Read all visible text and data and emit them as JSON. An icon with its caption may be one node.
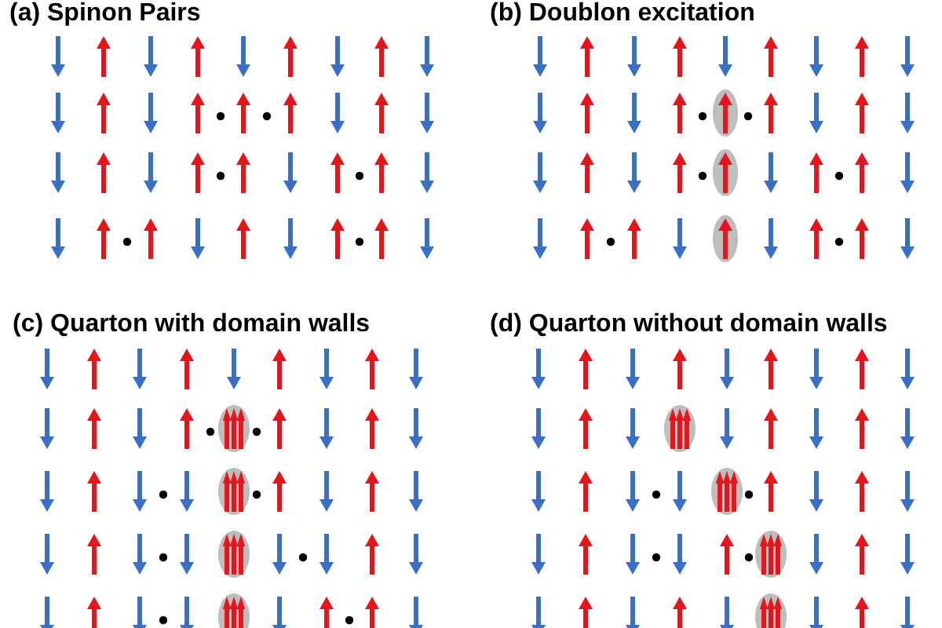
{
  "diagram": {
    "labels": [
      "(a) Spinon Pairs",
      "(b) Doublon excitation",
      "(c) Quarton with domain walls",
      "(d) Quarton without domain walls"
    ]
  }
}
